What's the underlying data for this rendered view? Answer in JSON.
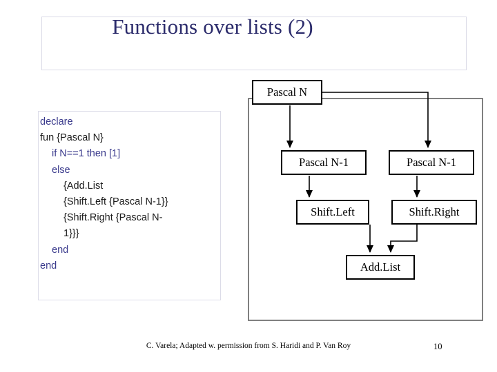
{
  "slide": {
    "title": "Functions over lists (2)",
    "code": {
      "lines": [
        {
          "text": "declare",
          "style": "kw",
          "indent": 0
        },
        {
          "text": "fun {Pascal N}",
          "style": "plain",
          "indent": 0
        },
        {
          "text": "if N==1 then [1]",
          "style": "kw",
          "indent": 1
        },
        {
          "text": "else",
          "style": "kw",
          "indent": 1
        },
        {
          "text": "{Add.List",
          "style": "plain",
          "indent": 2
        },
        {
          "text": "{Shift.Left {Pascal N-1}}",
          "style": "plain",
          "indent": 3
        },
        {
          "text": "{Shift.Right {Pascal N-",
          "style": "plain",
          "indent": 3
        },
        {
          "text": "1}}}",
          "style": "plain",
          "indent": 3
        },
        {
          "text": "end",
          "style": "kw",
          "indent": 1
        },
        {
          "text": "end",
          "style": "kw",
          "indent": 0
        }
      ]
    },
    "diagram": {
      "nodes": {
        "root": "Pascal N",
        "left_child": "Pascal N-1",
        "right_child": "Pascal N-1",
        "left_op": "Shift.Left",
        "right_op": "Shift.Right",
        "combine": "Add.List"
      }
    },
    "footer": {
      "credit": "C. Varela; Adapted w. permission from S. Haridi and P. Van Roy",
      "page": "10"
    },
    "colors": {
      "title": "#2b2b6b",
      "keyword": "#3a3a8c",
      "panel_border": "#808080",
      "node_border": "#000000"
    }
  }
}
